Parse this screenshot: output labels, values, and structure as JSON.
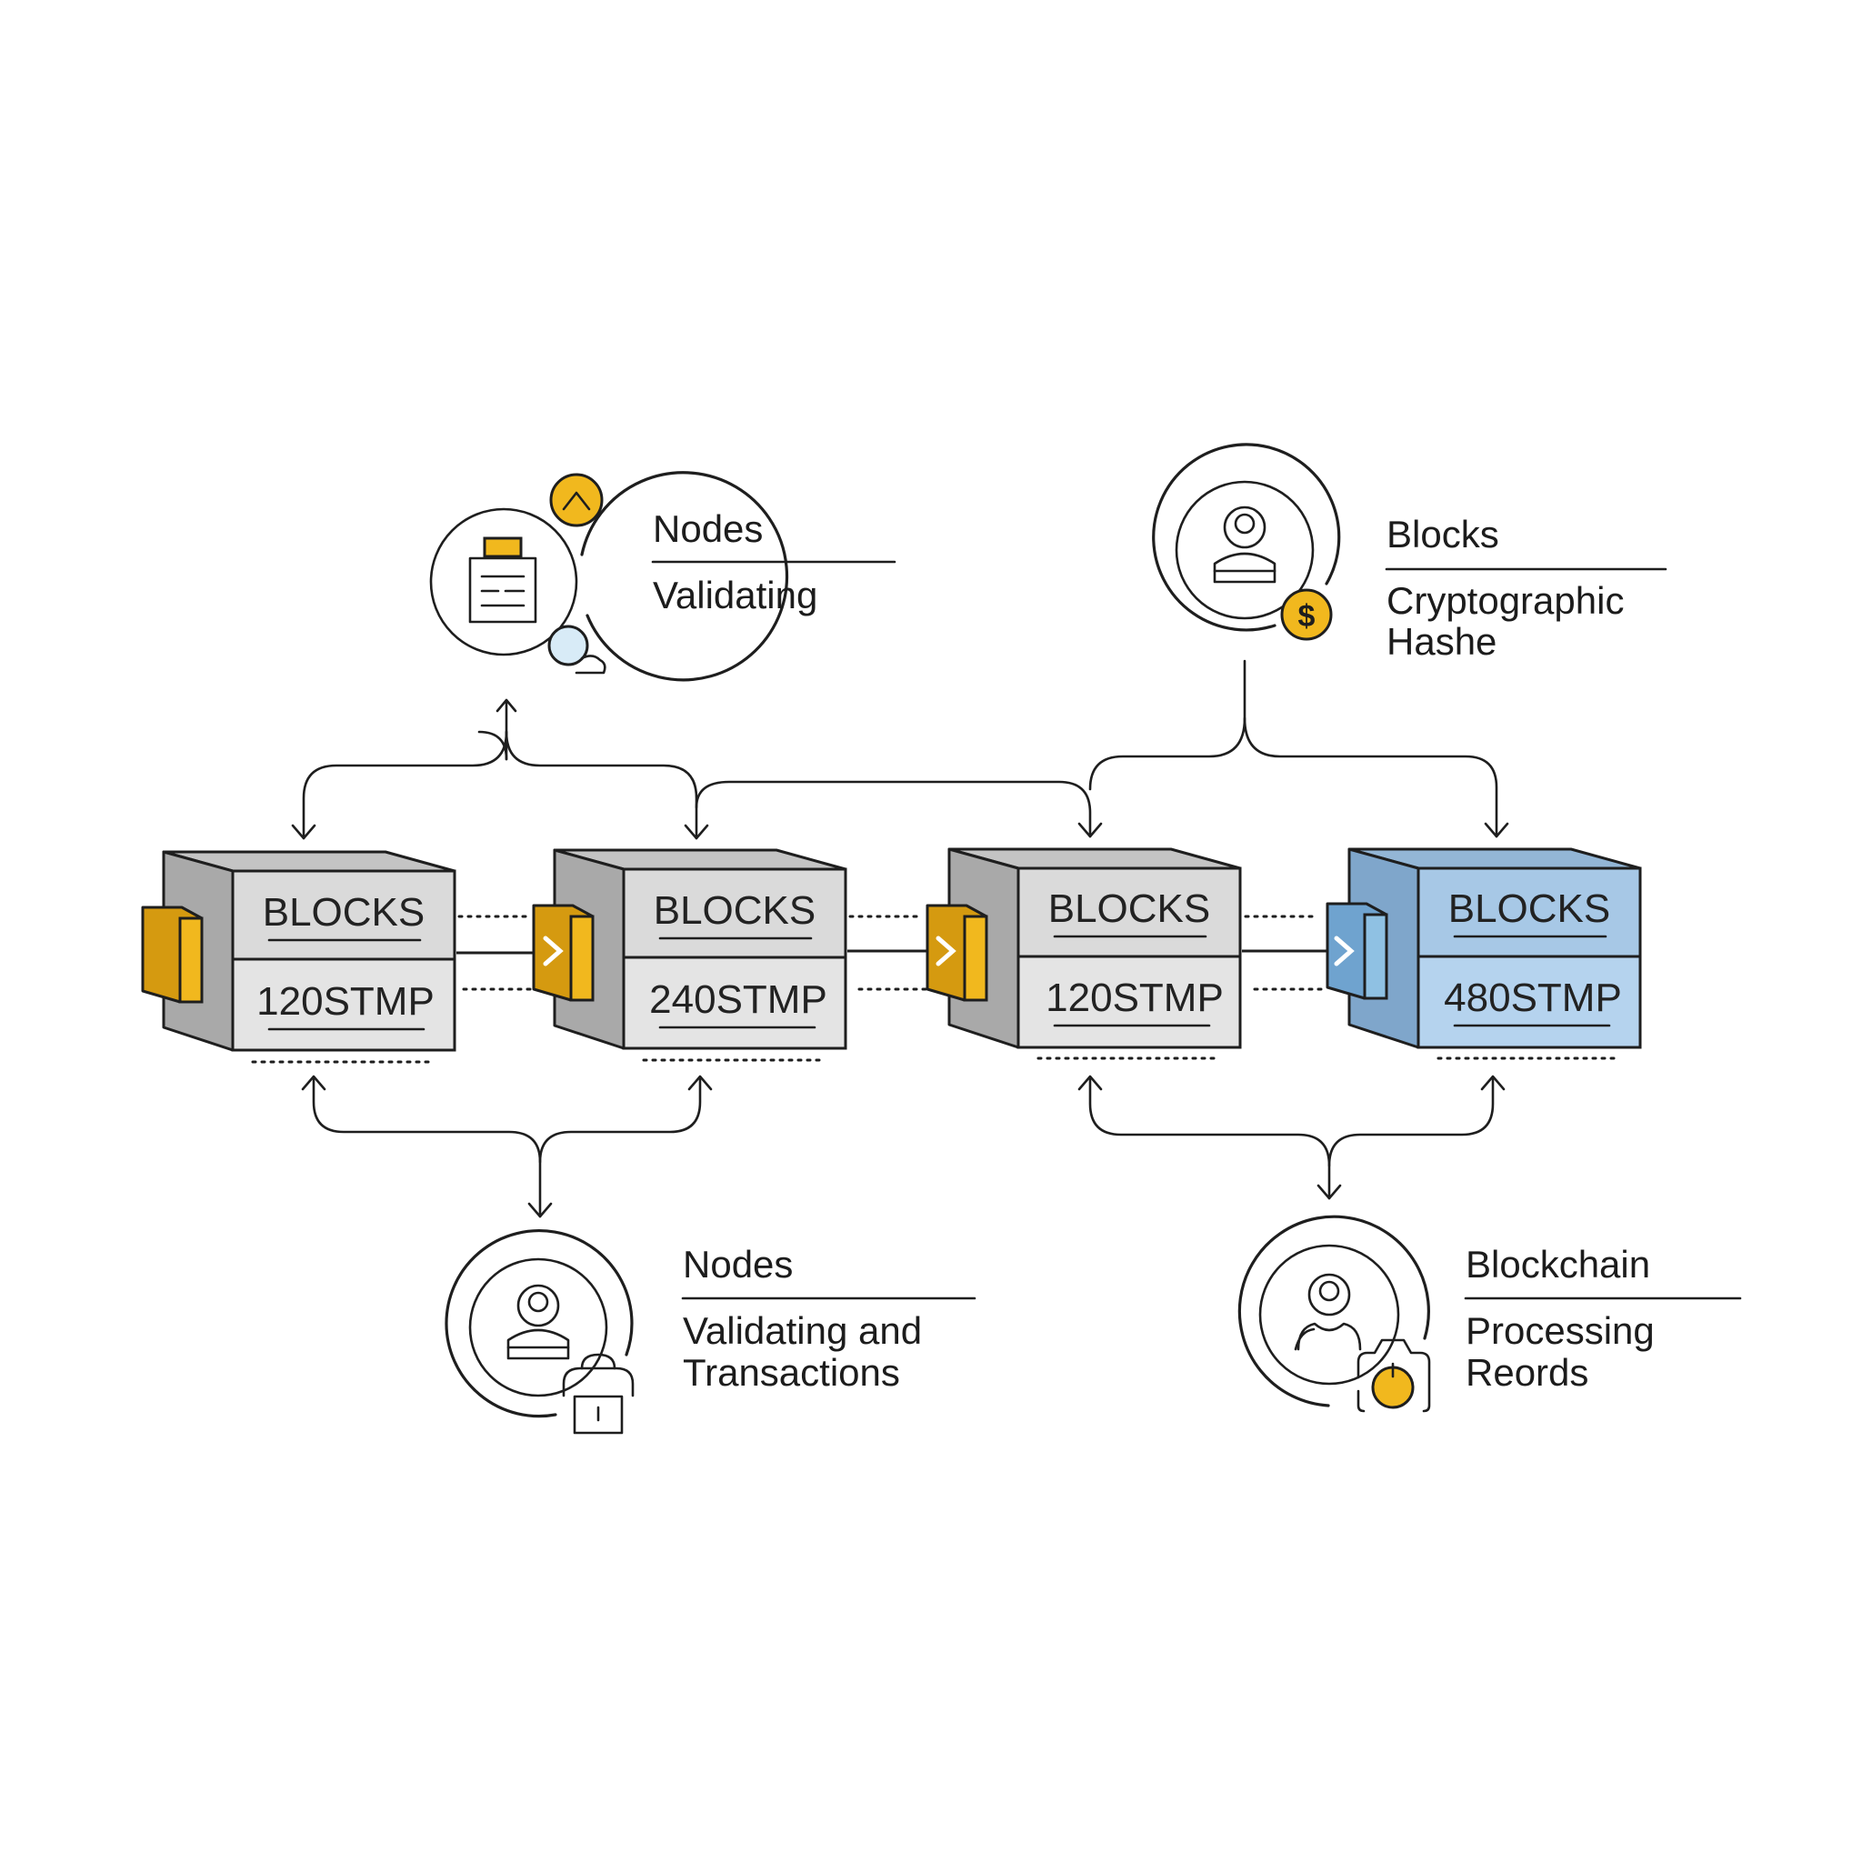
{
  "blocks": [
    {
      "title": "BLOCKS",
      "stamp": "120STMP",
      "theme": "gray"
    },
    {
      "title": "BLOCKS",
      "stamp": "240STMP",
      "theme": "gray"
    },
    {
      "title": "BLOCKS",
      "stamp": "120STMP",
      "theme": "gray"
    },
    {
      "title": "BLOCKS",
      "stamp": "480STMP",
      "theme": "blue"
    }
  ],
  "callouts": {
    "top_left": {
      "title": "Nodes",
      "lines": [
        "Validating"
      ],
      "icon": "document-search-icon",
      "badge": "caret-up-icon"
    },
    "top_right": {
      "title": "Blocks",
      "lines": [
        "Cryptographic",
        "Hashe"
      ],
      "icon": "user-icon",
      "badge": "dollar-coin-icon"
    },
    "bottom_left": {
      "title": "Nodes",
      "lines": [
        "Validating and",
        "Transactions"
      ],
      "icon": "user-icon",
      "badge": "lock-icon"
    },
    "bottom_right": {
      "title": "Blockchain",
      "lines": [
        "Processing",
        "Reords"
      ],
      "icon": "users-icon",
      "badge": "camera-icon"
    }
  },
  "colors": {
    "gold": "#f1b81e",
    "gold_dark": "#d59a10",
    "block_gray_front": "#dcdcdc",
    "block_gray_side": "#a9a9a9",
    "block_gray_top": "#c4c4c4",
    "block_blue_front": "#a7c8e6",
    "block_blue_side": "#7fa6cb",
    "block_blue_top": "#93b6d6",
    "connector_blue": "#8fc1e3",
    "line": "#1e1e1e"
  }
}
